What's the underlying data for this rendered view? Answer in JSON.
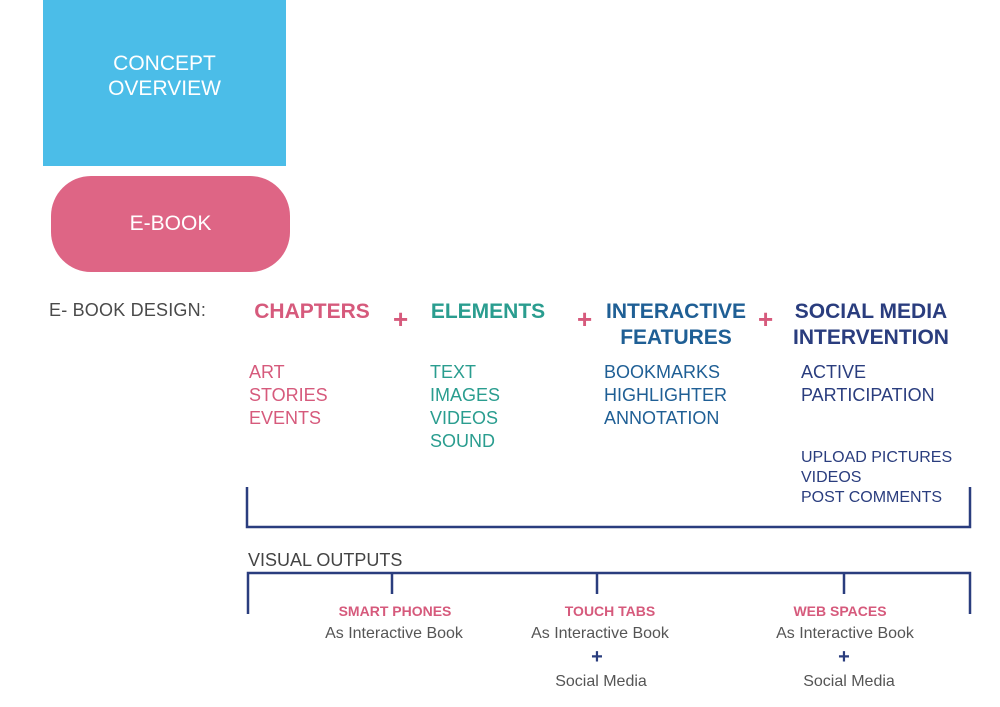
{
  "concept_box": {
    "label": "CONCEPT\nOVERVIEW"
  },
  "ebook_pill": {
    "label": "E-BOOK"
  },
  "design_label": "E- BOOK DESIGN:",
  "operator": "+",
  "columns": [
    {
      "title": "CHAPTERS",
      "items": [
        "ART",
        "STORIES",
        "EVENTS"
      ]
    },
    {
      "title": "ELEMENTS",
      "items": [
        "TEXT",
        "IMAGES",
        "VIDEOS",
        "SOUND"
      ]
    },
    {
      "title": "INTERACTIVE\nFEATURES",
      "items": [
        "BOOKMARKS",
        "HIGHLIGHTER",
        "ANNOTATION"
      ]
    },
    {
      "title": "SOCIAL MEDIA\nINTERVENTION",
      "items": [
        "ACTIVE",
        "PARTICIPATION"
      ],
      "sub_items": [
        "UPLOAD PICTURES",
        "VIDEOS",
        "POST COMMENTS"
      ]
    }
  ],
  "visual_outputs_label": "VISUAL OUTPUTS",
  "outputs": [
    {
      "title": "SMART PHONES",
      "subtitle": "As Interactive Book"
    },
    {
      "title": "TOUCH TABS",
      "subtitle": "As Interactive Book",
      "extra": "Social Media"
    },
    {
      "title": "WEB SPACES",
      "subtitle": "As Interactive Book",
      "extra": "Social Media"
    }
  ],
  "colors": {
    "concept_box": "#4bbde8",
    "ebook_pill": "#de6585",
    "chapters": "#d65a7c",
    "elements": "#2a9d8f",
    "interactive": "#1f5f95",
    "social": "#2a3d7e",
    "bracket": "#2a3d7e"
  }
}
